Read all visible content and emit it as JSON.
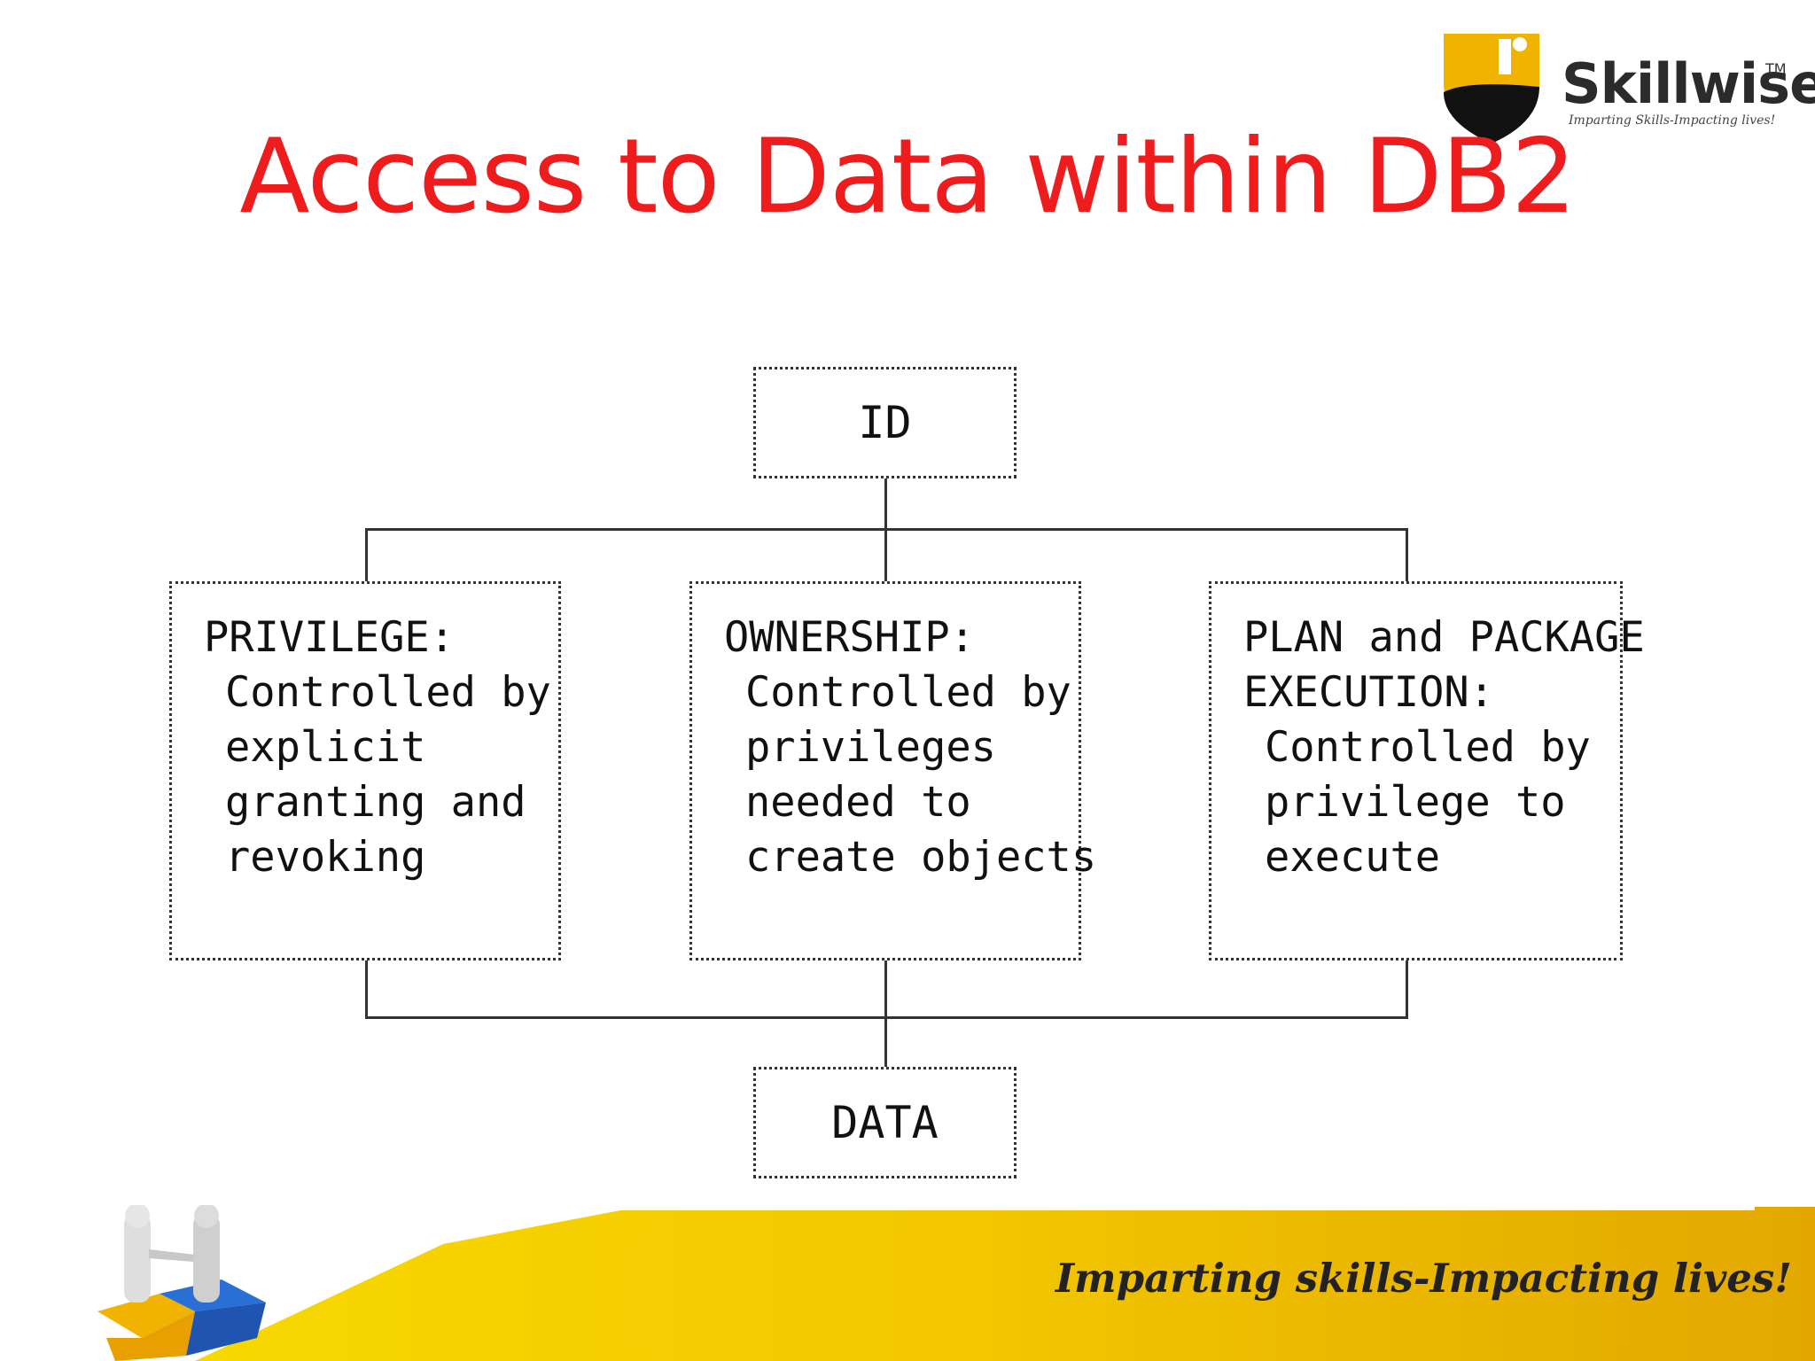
{
  "logo": {
    "brand": "Skillwise",
    "trademark": "TM",
    "slogan": "Imparting Skills-Impacting lives!"
  },
  "slide": {
    "title": "Access to Data within DB2"
  },
  "diagram": {
    "top_node": "ID",
    "bottom_node": "DATA",
    "boxes": [
      {
        "heading": "PRIVILEGE:",
        "lines": [
          "Controlled by",
          "explicit",
          "granting and",
          "revoking"
        ]
      },
      {
        "heading": "OWNERSHIP:",
        "lines": [
          "Controlled by",
          "privileges",
          "needed to",
          "create objects"
        ]
      },
      {
        "heading": "PLAN and PACKAGE",
        "heading2": "EXECUTION:",
        "lines": [
          "Controlled by",
          "privilege to",
          "execute"
        ]
      }
    ]
  },
  "footer": {
    "tagline": "Imparting skills-Impacting lives!"
  },
  "colors": {
    "title": "#ee1c1c",
    "band": "#f2c500"
  }
}
